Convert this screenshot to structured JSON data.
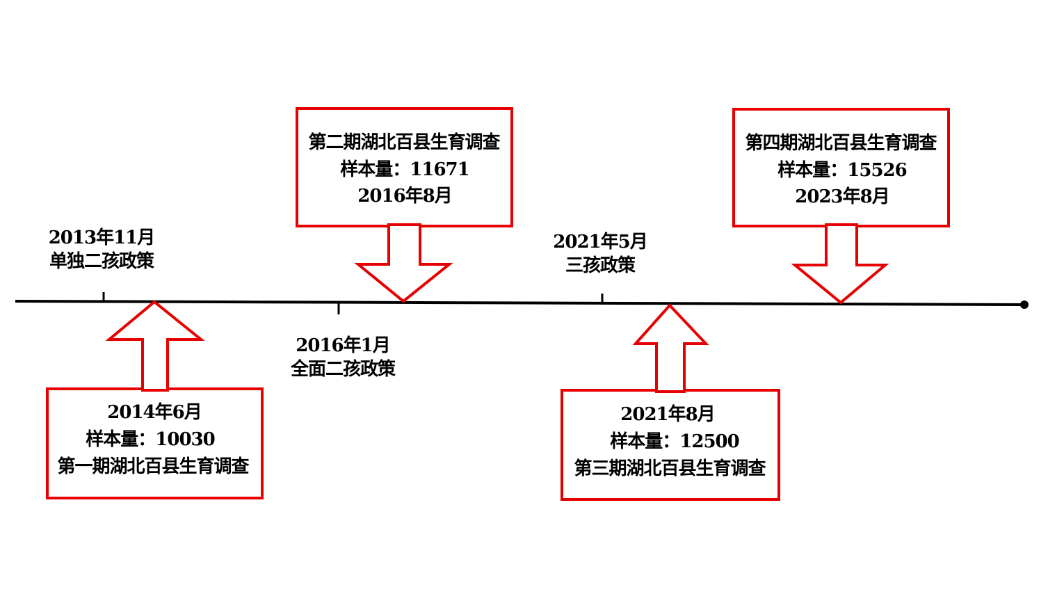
{
  "colors": {
    "callout_border": "#e60000",
    "timeline": "#000000",
    "text": "#000000"
  },
  "timeline": {
    "end_marker": "dot"
  },
  "policies": [
    {
      "date": "2013年11月",
      "name": "单独二孩政策"
    },
    {
      "date": "2016年1月",
      "name": "全面二孩政策"
    },
    {
      "date": "2021年5月",
      "name": "三孩政策"
    }
  ],
  "surveys": [
    {
      "title": "第一期湖北百县生育调查",
      "sample": "样本量：10030",
      "date": "2014年6月"
    },
    {
      "title": "第二期湖北百县生育调查",
      "sample": "样本量：11671",
      "date": "2016年8月"
    },
    {
      "title": "第三期湖北百县生育调查",
      "sample": "样本量：12500",
      "date": "2021年8月"
    },
    {
      "title": "第四期湖北百县生育调查",
      "sample": "样本量：15526",
      "date": "2023年8月"
    }
  ]
}
